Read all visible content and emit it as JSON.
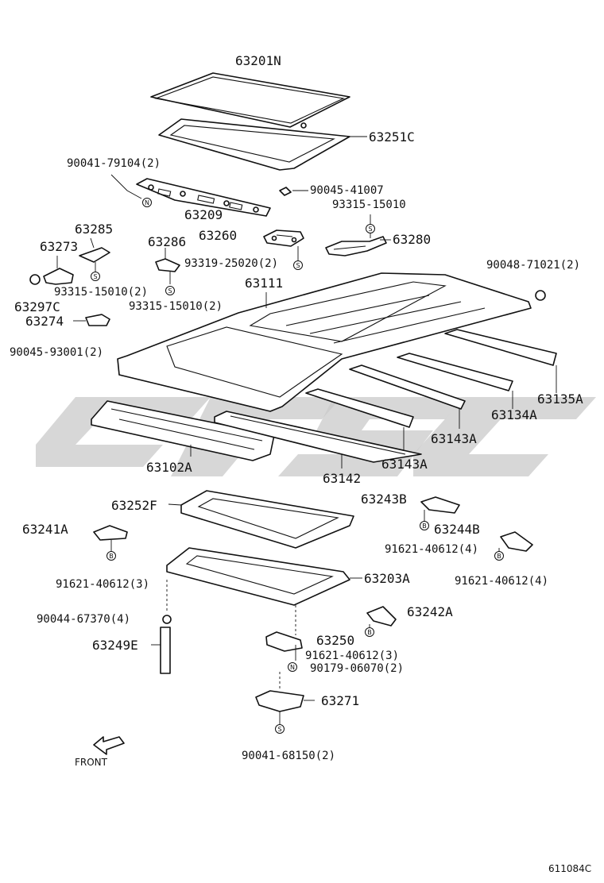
{
  "diagram": {
    "labels": [
      {
        "id": "p63201N",
        "text": "63201N"
      },
      {
        "id": "p63251C",
        "text": "63251C"
      },
      {
        "id": "b900417910",
        "text": "90041-79104(2)"
      },
      {
        "id": "b9004541007",
        "text": "90045-41007"
      },
      {
        "id": "b9331515010a",
        "text": "93315-15010"
      },
      {
        "id": "p63209",
        "text": "63209"
      },
      {
        "id": "p63285",
        "text": "63285"
      },
      {
        "id": "p63273",
        "text": "63273"
      },
      {
        "id": "p63286",
        "text": "63286"
      },
      {
        "id": "p63260",
        "text": "63260"
      },
      {
        "id": "p63280",
        "text": "63280"
      },
      {
        "id": "b9331925020",
        "text": "93319-25020(2)"
      },
      {
        "id": "b9331515010b",
        "text": "93315-15010(2)"
      },
      {
        "id": "p63297C",
        "text": "63297C"
      },
      {
        "id": "b9331515010c",
        "text": "93315-15010(2)"
      },
      {
        "id": "p63111",
        "text": "63111"
      },
      {
        "id": "b9004871021",
        "text": "90048-71021(2)"
      },
      {
        "id": "p63274",
        "text": "63274"
      },
      {
        "id": "b9004593001",
        "text": "90045-93001(2)"
      },
      {
        "id": "p63135A",
        "text": "63135A"
      },
      {
        "id": "p63134A",
        "text": "63134A"
      },
      {
        "id": "p63143Aa",
        "text": "63143A"
      },
      {
        "id": "p63143Ab",
        "text": "63143A"
      },
      {
        "id": "p63102A",
        "text": "63102A"
      },
      {
        "id": "p63142",
        "text": "63142"
      },
      {
        "id": "p63252F",
        "text": "63252F"
      },
      {
        "id": "p63243B",
        "text": "63243B"
      },
      {
        "id": "p63241A",
        "text": "63241A"
      },
      {
        "id": "p63244B",
        "text": "63244B"
      },
      {
        "id": "b9162140612a",
        "text": "91621-40612(4)"
      },
      {
        "id": "b9162140612b",
        "text": "91621-40612(3)"
      },
      {
        "id": "b9162140612c",
        "text": "91621-40612(4)"
      },
      {
        "id": "p63203A",
        "text": "63203A"
      },
      {
        "id": "b9004467370",
        "text": "90044-67370(4)"
      },
      {
        "id": "p63242A",
        "text": "63242A"
      },
      {
        "id": "p63249E",
        "text": "63249E"
      },
      {
        "id": "p63250",
        "text": "63250"
      },
      {
        "id": "b9162140612d",
        "text": "91621-40612(3)"
      },
      {
        "id": "b9017906070",
        "text": "90179-06070(2)"
      },
      {
        "id": "p63271",
        "text": "63271"
      },
      {
        "id": "b9004168150",
        "text": "90041-68150(2)"
      }
    ],
    "badge_letters": {
      "n": "N",
      "s": "S",
      "b": "B"
    },
    "front_label": "FRONT",
    "figure_code": "611084C",
    "watermark_text": "CJSC"
  }
}
